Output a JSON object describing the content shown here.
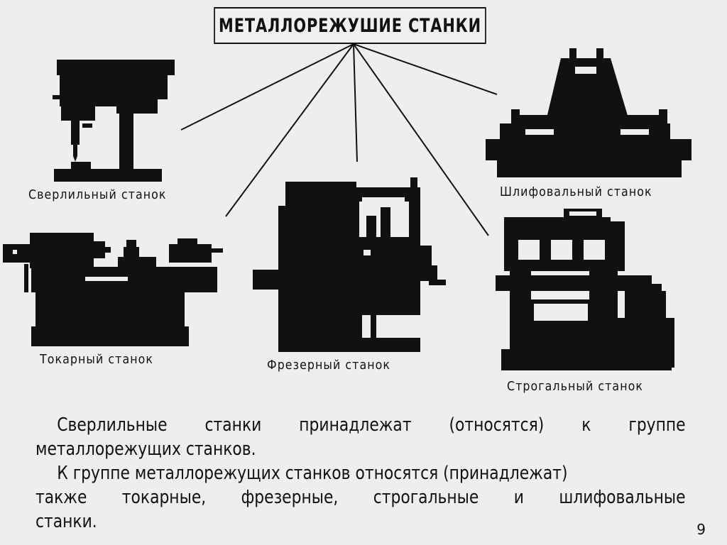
{
  "title": "МЕТАЛЛОРЕЖУШИЕ СТАНКИ",
  "machines": {
    "drilling": "Сверлильный станок",
    "grinding": "Шлифовальный станок",
    "turning": "Токарный станок",
    "milling": "Фрезерный станок",
    "planing": "Строгальный станок"
  },
  "paragraphs": {
    "p1": {
      "line1": [
        "Сверлильные",
        "станки",
        "принадлежат",
        "(относятся)",
        "к",
        "группе"
      ],
      "line2": "металлорежущих станков."
    },
    "p2": {
      "line1": "К группе металлорежущих станков относятся (принадлежат)",
      "line2": [
        "также",
        "токарные,",
        "фрезерные,",
        "строгальные",
        "и",
        "шлифовальные"
      ],
      "line3": "станки."
    }
  },
  "page_number": "9",
  "colors": {
    "paper": "#eeeeec",
    "ink": "#111111"
  }
}
